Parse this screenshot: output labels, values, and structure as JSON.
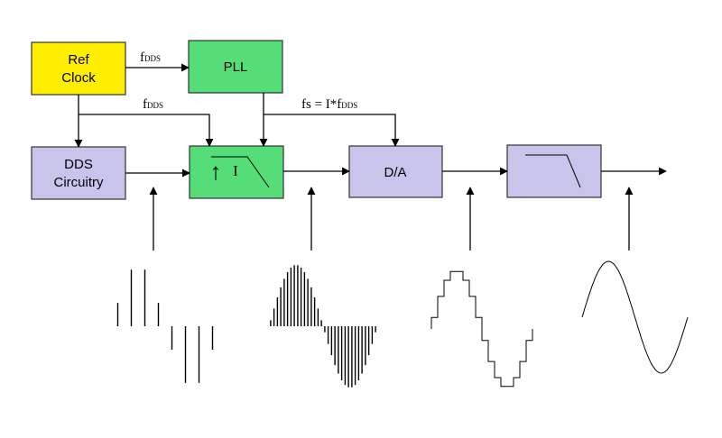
{
  "colors": {
    "ref_clock": "#ffee00",
    "pll": "#55dd77",
    "interpolator": "#55dd77",
    "dds": "#c8c4ec",
    "dac": "#c8c4ec",
    "filter": "#c8c4ec",
    "stroke": "#000000"
  },
  "blocks": {
    "ref_clock": {
      "line1": "Ref",
      "line2": "Clock"
    },
    "pll": {
      "label": "PLL"
    },
    "dds": {
      "line1": "DDS",
      "line2": "Circuitry"
    },
    "interpolator": {
      "arrow": "↑",
      "label": "I"
    },
    "dac": {
      "label": "D/A"
    },
    "filter": {
      "icon": "lowpass-filter-icon"
    }
  },
  "signals": {
    "fdds_top": {
      "main": "f",
      "sub": "DDS"
    },
    "fdds_mid": {
      "main": "f",
      "sub": "DDS"
    },
    "fs": {
      "main": "fs = I*f",
      "sub": "DDS"
    }
  },
  "waveforms": [
    {
      "name": "dds-output-impulses",
      "type": "impulses",
      "samples": 8
    },
    {
      "name": "interpolated-impulses",
      "type": "impulses",
      "samples": 32
    },
    {
      "name": "dac-staircase",
      "type": "staircase",
      "steps": 16
    },
    {
      "name": "filtered-sine",
      "type": "sine"
    }
  ]
}
